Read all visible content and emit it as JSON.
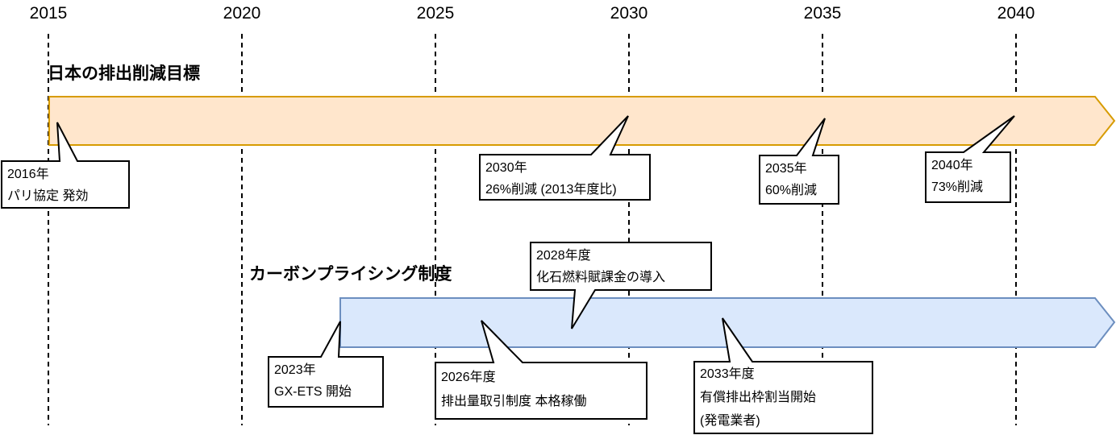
{
  "axis": {
    "years": [
      "2015",
      "2020",
      "2025",
      "2030",
      "2035",
      "2040"
    ]
  },
  "sections": {
    "targets_label": "日本の排出削減目標",
    "pricing_label": "カーボンプライシング制度"
  },
  "colors": {
    "targets_fill": "#FFE6CC",
    "targets_stroke": "#D79B00",
    "pricing_fill": "#DAE8FC",
    "pricing_stroke": "#6C8EBF",
    "gridline": "#000000",
    "callout_fill": "#FFFFFF",
    "callout_stroke": "#000000"
  },
  "callouts": {
    "paris": {
      "lines": [
        "2016年",
        "パリ協定 発効"
      ]
    },
    "target2030": {
      "lines": [
        "2030年",
        "26%削減 (2013年度比)"
      ]
    },
    "target2035": {
      "lines": [
        "2035年",
        "60%削減"
      ]
    },
    "target2040": {
      "lines": [
        "2040年",
        "73%削減"
      ]
    },
    "gxets": {
      "lines": [
        "2023年",
        "GX-ETS 開始"
      ]
    },
    "ets2026": {
      "lines": [
        "2026年度",
        "排出量取引制度 本格稼働"
      ]
    },
    "levy2028": {
      "lines": [
        "2028年度",
        "化石燃料賦課金の導入"
      ]
    },
    "auction2033": {
      "lines": [
        "2033年度",
        "有償排出枠割当開始",
        "(発電業者)"
      ]
    }
  },
  "chart_data": {
    "type": "table",
    "title": "日本の排出削減目標とカーボンプライシング制度のタイムライン",
    "axis_years": [
      2015,
      2020,
      2025,
      2030,
      2035,
      2040
    ],
    "series": [
      {
        "name": "日本の排出削減目標",
        "bar_start_year": 2015,
        "bar_end_year": 2040,
        "events": [
          {
            "year": "2016年",
            "label": "パリ協定 発効"
          },
          {
            "year": "2030年",
            "label": "26%削減 (2013年度比)"
          },
          {
            "year": "2035年",
            "label": "60%削減"
          },
          {
            "year": "2040年",
            "label": "73%削減"
          }
        ]
      },
      {
        "name": "カーボンプライシング制度",
        "bar_start_year": 2023,
        "bar_end_year": 2040,
        "events": [
          {
            "year": "2023年",
            "label": "GX-ETS 開始"
          },
          {
            "year": "2026年度",
            "label": "排出量取引制度 本格稼働"
          },
          {
            "year": "2028年度",
            "label": "化石燃料賦課金の導入"
          },
          {
            "year": "2033年度",
            "label": "有償排出枠割当開始 (発電業者)"
          }
        ]
      }
    ]
  }
}
